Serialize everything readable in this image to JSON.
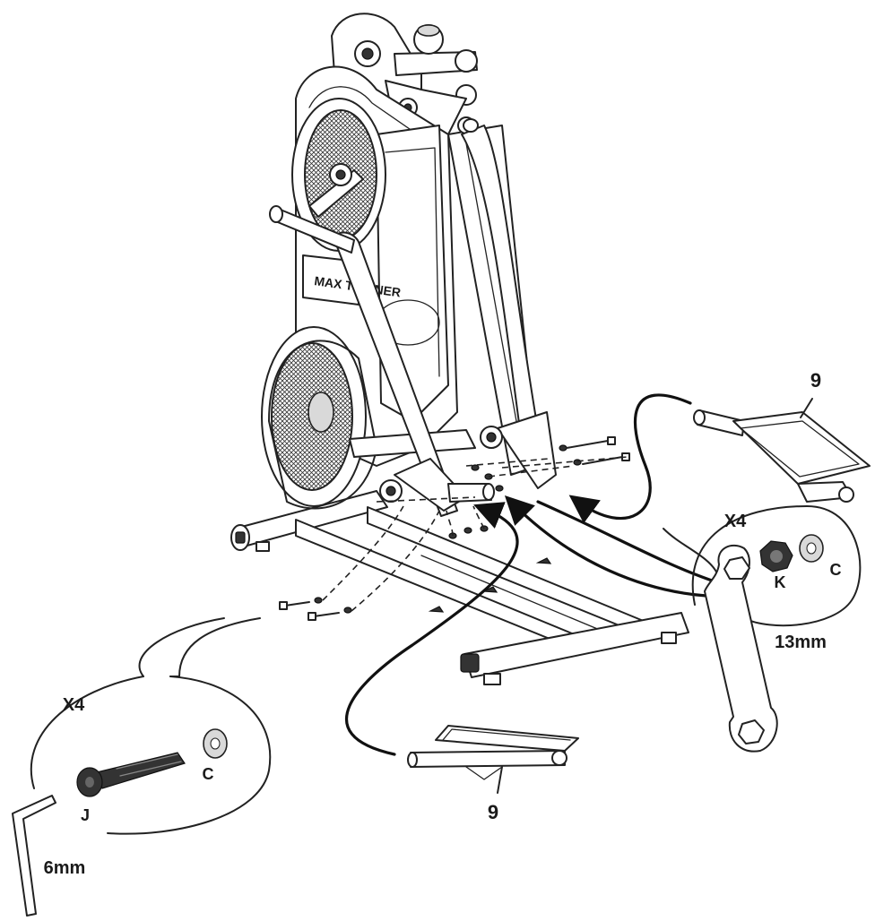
{
  "figure": {
    "parts": {
      "pedal_right": "9",
      "pedal_left": "9"
    },
    "callouts": {
      "nut_group": {
        "quantity": "X4",
        "nut": "K",
        "washer": "C",
        "wrench_size": "13mm"
      },
      "bolt_group": {
        "quantity": "X4",
        "bolt": "J",
        "washer": "C",
        "hex_key_size": "6mm"
      }
    },
    "brand_logo": "MAX TRAINER"
  }
}
